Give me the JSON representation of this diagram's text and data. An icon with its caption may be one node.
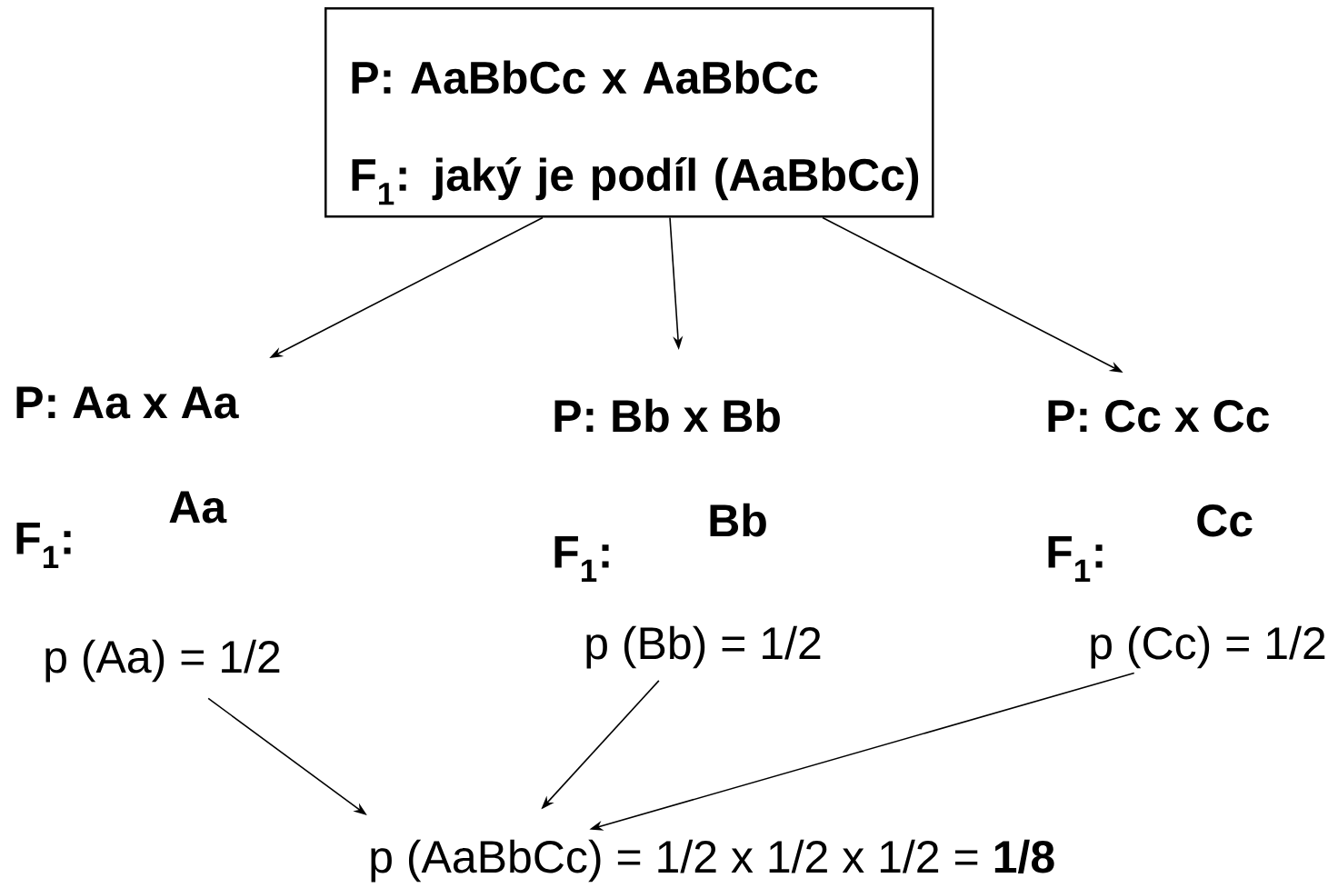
{
  "diagram": {
    "nodes": [
      {
        "text": [
          "P: AaBbCc x AaBbCc",
          "F$_{1}$: jaký je podíl (AaBbCc)"
        ]
      },
      {
        "text": [
          "P: Aa x Aa",
          "F$_{1}$:",
          "Aa"
        ]
      },
      {
        "text": [
          "P: Bb x Bb",
          "F$_{1}$:",
          "Bb"
        ]
      },
      {
        "text": [
          "P: Cc x Cc",
          "F$_{1}$:",
          "Cc"
        ]
      },
      {
        "text": [
          "p (Aa) = 1/2"
        ]
      },
      {
        "text": [
          "p (Bb) = 1/2"
        ]
      },
      {
        "text": [
          "p (Cc) = 1/2"
        ]
      },
      {
        "text": [
          "p (AaBbCc) = 1/2 x 1/2 x 1/2 = **1/8**"
        ]
      }
    ],
    "edges": [
      {
        "from": 0,
        "to": 1,
        "arrow": "to"
      },
      {
        "from": 0,
        "to": 2,
        "arrow": "to"
      },
      {
        "from": 0,
        "to": 3,
        "arrow": "to"
      },
      {
        "from": 4,
        "to": 7,
        "arrow": "to"
      },
      {
        "from": 5,
        "to": 7,
        "arrow": "to"
      },
      {
        "from": 6,
        "to": 7,
        "arrow": "to"
      }
    ]
  }
}
